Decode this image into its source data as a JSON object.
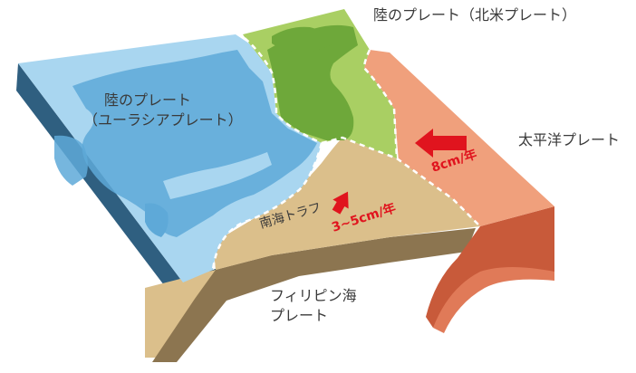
{
  "labels": {
    "north_america_plate": "陸のプレート（北米プレート）",
    "eurasian_plate_line1": "陸のプレート",
    "eurasian_plate_line2": "（ユーラシアプレート）",
    "pacific_plate": "太平洋プレート",
    "philippine_plate_line1": "フィリピン海",
    "philippine_plate_line2": "プレート",
    "nankai_trough": "南海トラフ"
  },
  "motions": {
    "pacific_rate": "8cm/年",
    "philippine_rate": "3~5cm/年"
  },
  "colors": {
    "eurasian_top": "#a9d6f0",
    "eurasian_land": "#5ea9d8",
    "eurasian_side": "#2f5f80",
    "north_america_top": "#a9cf63",
    "north_america_land": "#6ea83a",
    "pacific_top": "#f0a07c",
    "pacific_side": "#c85a3a",
    "philippine_top": "#dbbf8b",
    "philippine_side": "#8c7550",
    "arrow": "#e0141e",
    "label_text": "#3a3a3a"
  },
  "icons": {
    "motion_arrow": "arrow-icon"
  }
}
